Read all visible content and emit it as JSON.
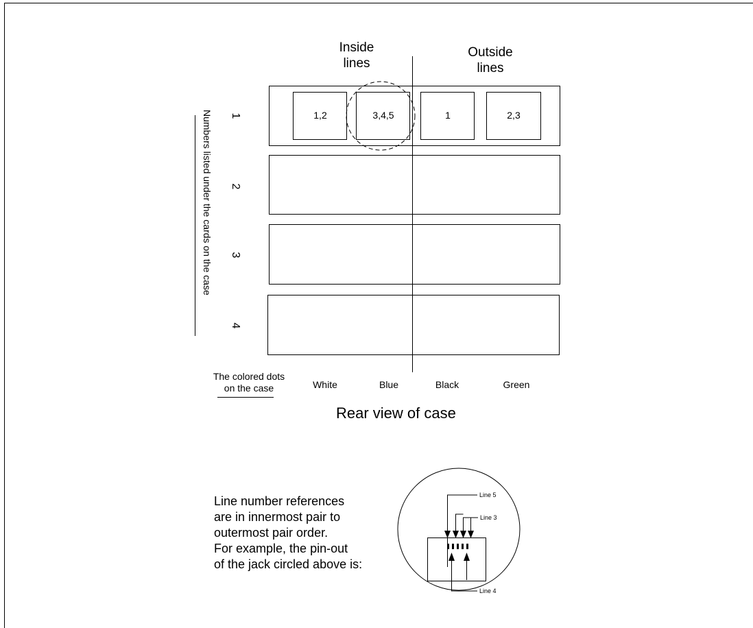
{
  "headers": {
    "inside": "Inside\nlines",
    "outside": "Outside\nlines"
  },
  "side_label": "Numbers listed under the cards on the case",
  "rows": [
    "1",
    "2",
    "3",
    "4"
  ],
  "cards": [
    "1,2",
    "3,4,5",
    "1",
    "2,3"
  ],
  "dots_label": "The colored dots\non the case",
  "columns": [
    "White",
    "Blue",
    "Black",
    "Green"
  ],
  "caption": "Rear view of case",
  "note": "Line number references\nare in innermost pair to\noutermost pair order.\nFor example, the pin-out\nof the jack circled above is:",
  "jack": {
    "line5": "Line 5",
    "line3": "Line 3",
    "line4": "Line 4"
  }
}
